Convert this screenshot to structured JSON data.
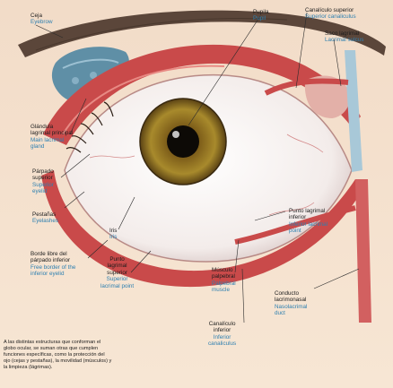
{
  "colors": {
    "background": "#f6e9dc",
    "english_label": "#2d7fb0",
    "muscle": "#c94a4a",
    "iris": "#8a6a1c",
    "lacrimal_gland": "#5f8fa6",
    "eyebrow": "#4a3a30"
  },
  "labels": {
    "ceja": {
      "es": "Ceja",
      "en": "Eyebrow"
    },
    "pupila": {
      "es": "Pupila",
      "en": "Pupil"
    },
    "canaliculo_superior": {
      "es": "Canalículo superior",
      "en": "Superior canaliculus"
    },
    "saco_lagrimal": {
      "es": "Saco lagrimal",
      "en": "Lacrimal sulcus"
    },
    "glandula": {
      "es1": "Glándula",
      "es2": "lagrimal principal",
      "en1": "Main lacrimal",
      "en2": "gland"
    },
    "parpado_superior": {
      "es1": "Párpado",
      "es2": "superior",
      "en1": "Superior",
      "en2": "eyelid"
    },
    "pestanas": {
      "es": "Pestañas",
      "en": "Eyelashes"
    },
    "iris": {
      "es": "Iris",
      "en": "Iris"
    },
    "borde_libre": {
      "es1": "Borde libre del",
      "es2": "párpado inferior",
      "en1": "Free border of the",
      "en2": "inferior eyelid"
    },
    "punto_lagrimal_superior": {
      "es1": "Punto",
      "es2": "lagrimal",
      "es3": "superior",
      "en1": "Superior",
      "en2": "lacrimal point"
    },
    "punto_lagrimal_inferior": {
      "es1": "Punto lagrimal",
      "es2": "inferior",
      "en1": "Inferior lacrimal",
      "en2": "point"
    },
    "musculo_palpebral": {
      "es1": "Músculo",
      "es2": "palpebral",
      "en1": "Palpebral",
      "en2": "muscle"
    },
    "conducto_lacrimonasal": {
      "es1": "Conducto",
      "es2": "lacrimonasal",
      "en1": "Nasolacrimal",
      "en2": "duct"
    },
    "canaliculo_inferior": {
      "es1": "Canalículo",
      "es2": "inferior",
      "en1": "Inferior",
      "en2": "canaliculus"
    }
  },
  "caption": {
    "line1": "A las distintas estructuras que conforman el",
    "line2": "globo ocular, se suman otras que cumplen",
    "line3": "funciones específicas, como la protección del",
    "line4": "ojo (cejas y pestañas), la movilidad (músculos) y",
    "line5": "la limpieza (lágrimas)."
  }
}
